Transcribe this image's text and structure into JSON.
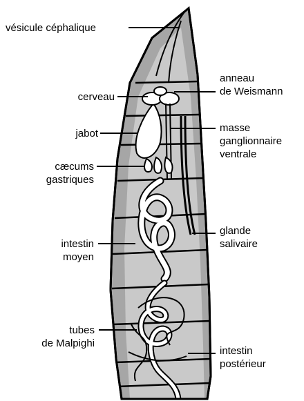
{
  "labels": {
    "vesicule": [
      "vésicule céphalique"
    ],
    "cerveau": [
      "cerveau"
    ],
    "jabot": [
      "jabot"
    ],
    "caecums": [
      "cæcums",
      "gastriques"
    ],
    "intestin_moyen": [
      "intestin",
      "moyen"
    ],
    "tubes": [
      "tubes",
      "de Malpighi"
    ],
    "anneau": [
      "anneau",
      "de Weismann"
    ],
    "masse": [
      "masse",
      "ganglionnaire",
      "ventrale"
    ],
    "glande": [
      "glande",
      "salivaire"
    ],
    "intestin_post": [
      "intestin",
      "postérieur"
    ]
  }
}
